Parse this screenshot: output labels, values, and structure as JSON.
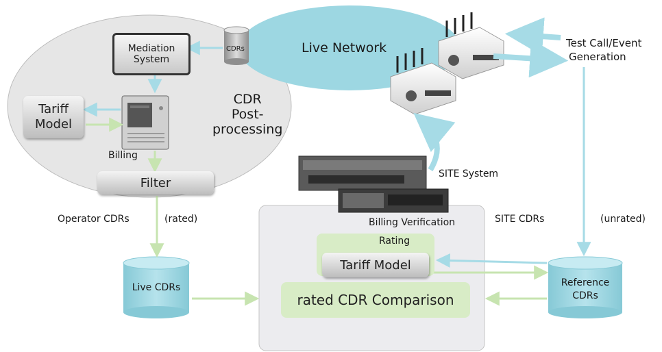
{
  "colors": {
    "cyan": "#9dd7e2",
    "cyan_arrow": "#a6dbe6",
    "green_arrow": "#c7e4b0",
    "ellipse_grey": "#e6e6e6",
    "panel_grey": "#ececef",
    "green_box": "#d8ecc6"
  },
  "network": {
    "live_network": "Live Network",
    "cdrs_small": "CDRs",
    "test_call_line1": "Test Call/Event",
    "test_call_line2": "Generation"
  },
  "postprocessing": {
    "mediation_line1": "Mediation",
    "mediation_line2": "System",
    "tariff_line1": "Tariff",
    "tariff_line2": "Model",
    "cdr_line1": "CDR",
    "cdr_line2": "Post-",
    "cdr_line3": "processing",
    "billing": "Billing",
    "filter": "Filter"
  },
  "flow": {
    "operator_cdrs": "Operator CDRs",
    "rated": "(rated)",
    "site_system": "SITE System",
    "site_cdrs": "SITE CDRs",
    "unrated": "(unrated)"
  },
  "verification": {
    "billing_verification": "Billing Verification",
    "rating": "Rating",
    "tariff_model": "Tariff Model",
    "comparison": "rated CDR Comparison"
  },
  "databases": {
    "live_cdrs": "Live CDRs",
    "reference_line1": "Reference",
    "reference_line2": "CDRs"
  },
  "icons": [
    "database-cylinder-icon",
    "server-icon",
    "wireless-router-icon",
    "rack-server-icon"
  ]
}
